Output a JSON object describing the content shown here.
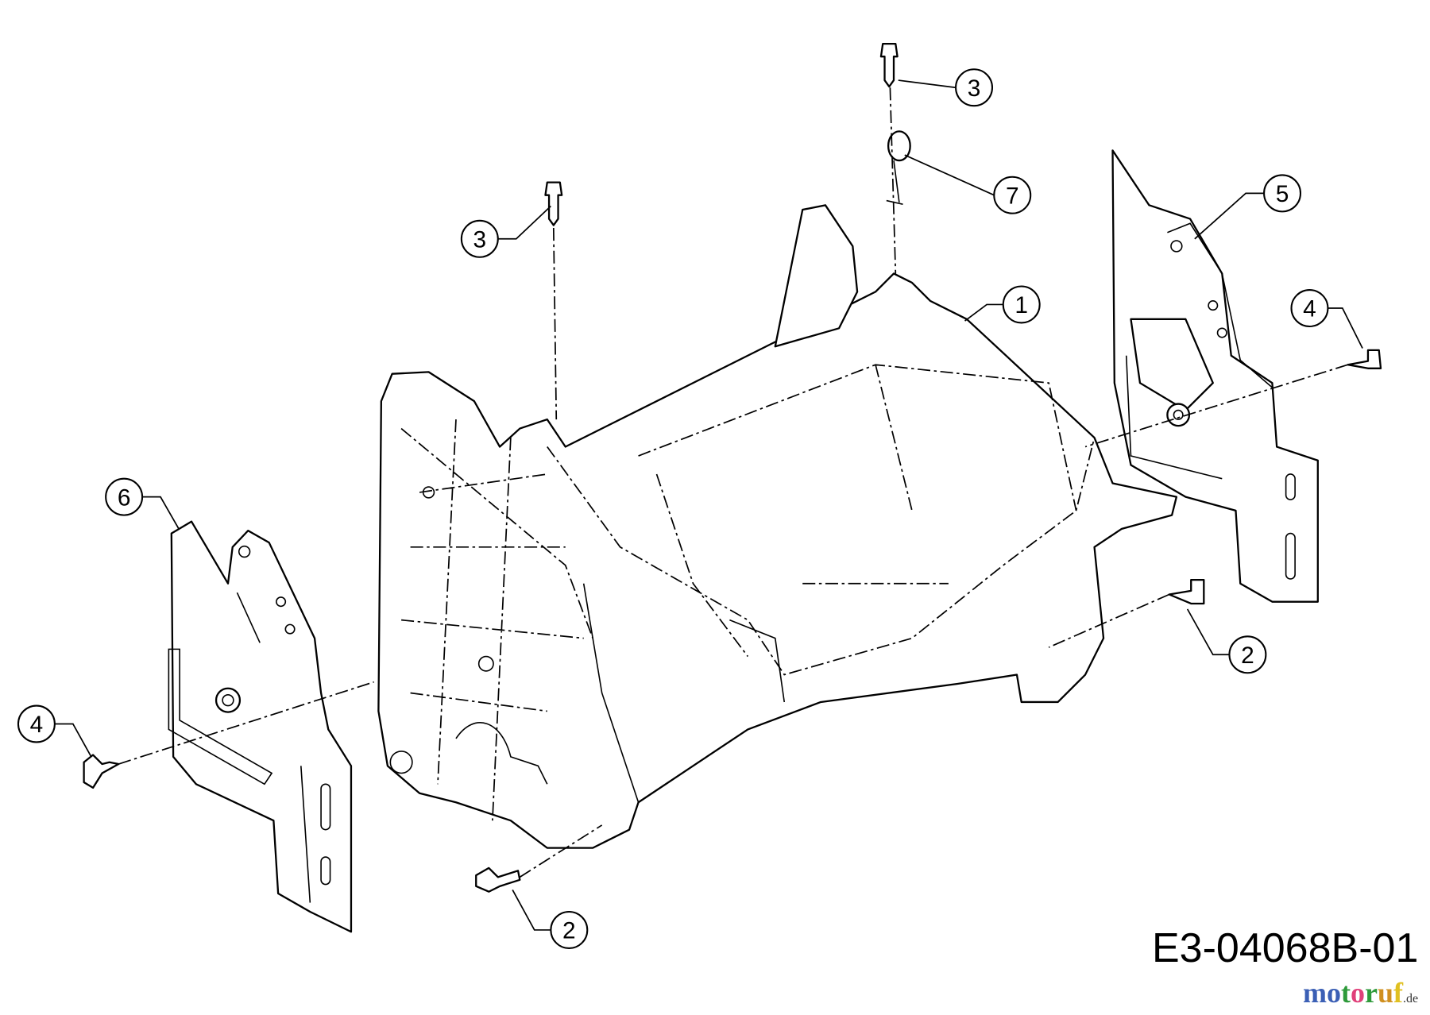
{
  "diagram": {
    "drawing_code": "E3-04068B-01",
    "watermark": {
      "letters": [
        "m",
        "o",
        "t",
        "o",
        "r",
        "u",
        "f"
      ],
      "colors": [
        "#3b5fb5",
        "#3b5fb5",
        "#2e9a3a",
        "#e0407a",
        "#2e9a3a",
        "#d09020",
        "#e0c020"
      ],
      "suffix": ".de"
    },
    "callouts": [
      {
        "id": "c3-top",
        "label": "3"
      },
      {
        "id": "c7",
        "label": "7"
      },
      {
        "id": "c3-left",
        "label": "3"
      },
      {
        "id": "c5",
        "label": "5"
      },
      {
        "id": "c1",
        "label": "1"
      },
      {
        "id": "c4-right",
        "label": "4"
      },
      {
        "id": "c6",
        "label": "6"
      },
      {
        "id": "c2-right",
        "label": "2"
      },
      {
        "id": "c4-left",
        "label": "4"
      },
      {
        "id": "c2-bottom",
        "label": "2"
      }
    ]
  }
}
